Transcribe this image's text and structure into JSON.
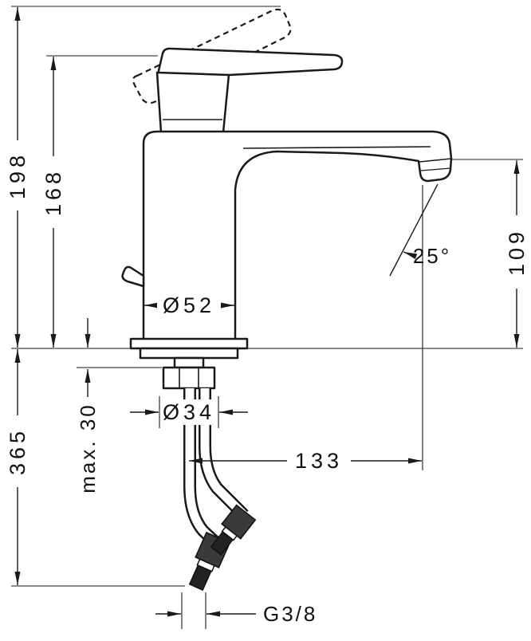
{
  "drawing": {
    "kind": "faucet-dimension-drawing",
    "colors": {
      "line": "#1a1a1a",
      "background": "#ffffff"
    },
    "labels": {
      "overall_height": "198",
      "handle_height": "168",
      "below_counter_depth": "365",
      "max_counter_thickness": "max. 30",
      "body_diameter": "Ø52",
      "hole_diameter": "Ø34",
      "spout_reach": "133",
      "outlet_height": "109",
      "spray_angle": "25°",
      "connection_thread": "G3/8"
    }
  }
}
